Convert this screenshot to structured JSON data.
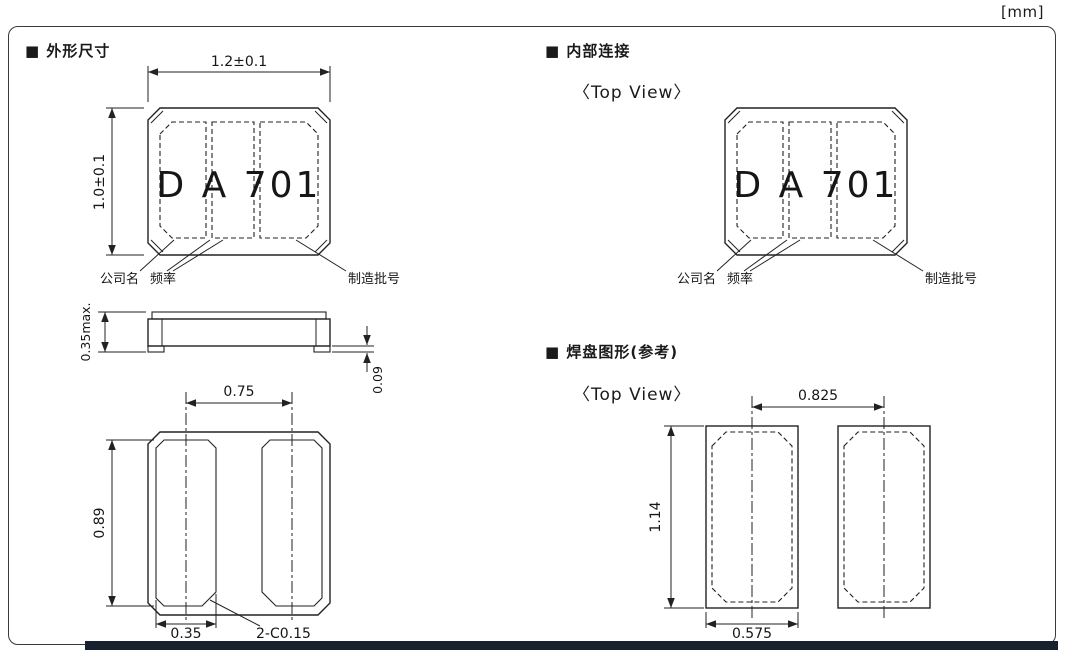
{
  "unit_label": "[mm]",
  "outline": {
    "title": "■ 外形尺寸",
    "dim_width": "1.2±0.1",
    "dim_height": "1.0±0.1",
    "marking": "D A 701",
    "label_company": "公司名",
    "label_frequency": "频率",
    "label_lot": "制造批号",
    "side": {
      "dim_height": "0.35max.",
      "dim_pad_thickness": "0.09"
    },
    "bottom": {
      "dim_pitch": "0.75",
      "dim_pad_length": "0.89",
      "dim_pad_width": "0.35",
      "dim_chamfer": "2-C0.15"
    }
  },
  "internal": {
    "title": "■ 内部连接",
    "view_label": "〈Top View〉",
    "marking": "D A 701",
    "label_company": "公司名",
    "label_frequency": "频率",
    "label_lot": "制造批号"
  },
  "land": {
    "title": "■ 焊盘图形(参考)",
    "view_label": "〈Top View〉",
    "dim_pitch": "0.825",
    "dim_height": "1.14",
    "dim_width": "0.575"
  },
  "colors": {
    "line": "#222222",
    "footer_bar": "#18222e"
  }
}
